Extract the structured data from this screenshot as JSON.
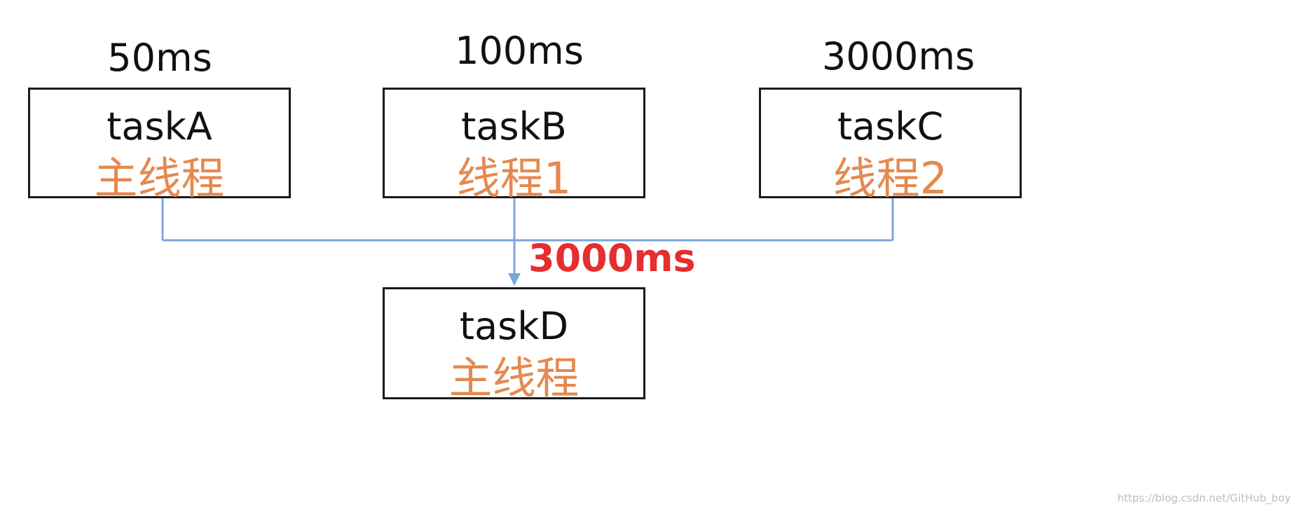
{
  "durations": {
    "task_a": "50ms",
    "task_b": "100ms",
    "task_c": "3000ms"
  },
  "tasks": {
    "a": {
      "name": "taskA",
      "thread": "主线程"
    },
    "b": {
      "name": "taskB",
      "thread": "线程1"
    },
    "c": {
      "name": "taskC",
      "thread": "线程2"
    },
    "d": {
      "name": "taskD",
      "thread": "主线程"
    }
  },
  "wait_label": "3000ms",
  "watermark": "https://blog.csdn.net/GitHub_boy",
  "colors": {
    "thread_text": "#e5894f",
    "wait_text": "#e62e2e",
    "connector": "#7ba7d9",
    "box_border": "#1a1a1a"
  }
}
